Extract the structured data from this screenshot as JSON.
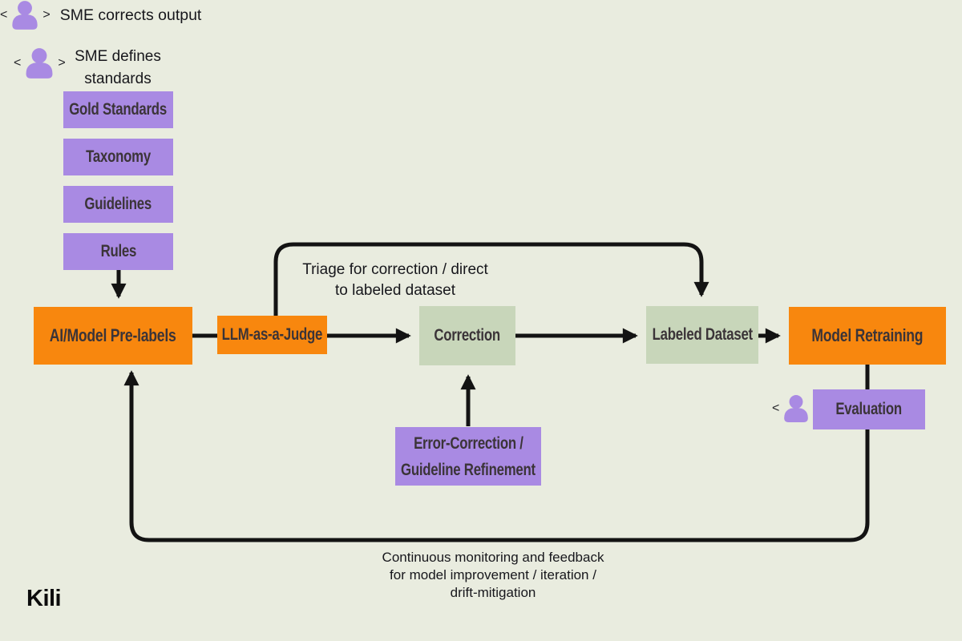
{
  "colors": {
    "background": "#e9ecdf",
    "orange": "#f8870e",
    "purple": "#a98ae3",
    "green": "#c8d6ba",
    "line": "#131313",
    "box_text": "#3b3438"
  },
  "brand": {
    "logo_text": "Kili"
  },
  "icon": {
    "bracket_left": "<",
    "bracket_right": ">"
  },
  "sme_defines": {
    "line1": "SME defines",
    "line2": "standards"
  },
  "standards": {
    "items": [
      "Gold Standards",
      "Taxonomy",
      "Guidelines",
      "Rules"
    ]
  },
  "flow": {
    "prelabels": "AI/Model Pre-labels",
    "judge": "LLM-as-a-Judge",
    "correction": "Correction",
    "labeled_dataset": "Labeled Dataset",
    "model_retraining": "Model Retraining",
    "evaluation": "Evaluation",
    "error_correction_line1": "Error-Correction /",
    "error_correction_line2": "Guideline Refinement"
  },
  "annotations": {
    "triage_line1": "Triage for correction / direct",
    "triage_line2": "to labeled dataset",
    "sme_corrects": "SME corrects output",
    "feedback_line1": "Continuous monitoring and feedback",
    "feedback_line2": "for model improvement / iteration /",
    "feedback_line3": "drift-mitigation"
  }
}
